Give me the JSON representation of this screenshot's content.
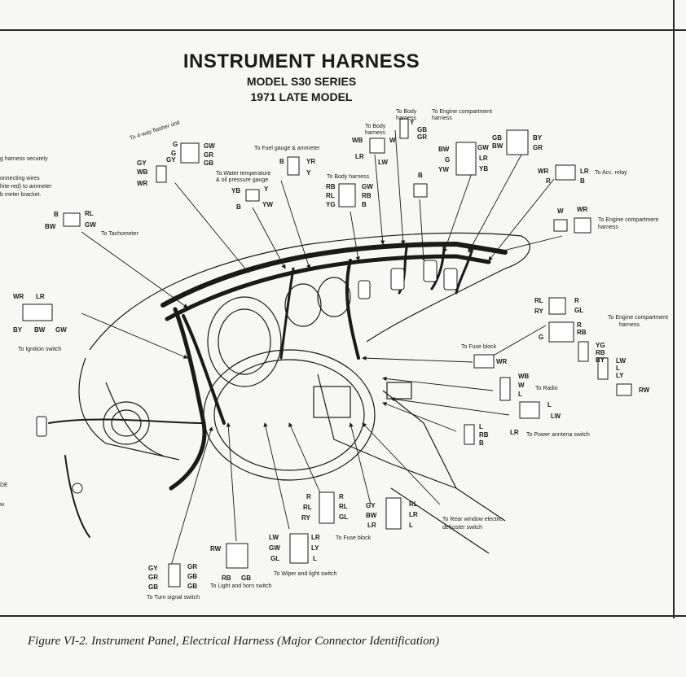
{
  "title": "INSTRUMENT HARNESS",
  "subtitle_model": "MODEL S30 SERIES",
  "subtitle_year": "1971 LATE MODEL",
  "caption": "Figure VI-2. Instrument Panel, Electrical Harness (Major Connector Identification)",
  "left_edge_text": [
    "g harness securely",
    "onnecting wires",
    "hite-red) to ammeter",
    "b meter bracket.",
    "DE",
    "w"
  ],
  "notes": {
    "flasher": "To 4-way flasher unit",
    "fuel": "To Fuel gauge & ammeter",
    "water1": "To Water temperature",
    "water2": "& oil pressure gauge",
    "body_harness": "To Body harness",
    "body_harness2a": "To Body",
    "body_harness2b": "harness",
    "body_harness3a": "To Body",
    "body_harness3b": "harness",
    "engine1a": "To Engine compartment",
    "engine1b": "harness",
    "acc_relay": "To Acc. relay",
    "engine2a": "To Engine compartment",
    "engine2b": "harness",
    "tachometer": "To Tachometer",
    "ignition": "To Ignition switch",
    "engine3a": "To Engine compartment",
    "engine3b": "harness",
    "fuse_block": "To Fuse block",
    "radio": "To Radio",
    "antenna": "To Power anntena switch",
    "rear_window1": "To Rear window electric",
    "rear_window2": "defroster switch",
    "fuse_block2": "To Fuse block",
    "wiper": "To Wiper and light switch",
    "light_horn": "To Light and horn switch",
    "turn_signal": "To Turn signal switch"
  },
  "wires": {
    "flasher": [
      "G",
      "GW",
      "G",
      "GR",
      "GY",
      "GB",
      "GY",
      "WB",
      "WR"
    ],
    "fuel": [
      "B",
      "YR",
      "Y"
    ],
    "water": [
      "YB",
      "Y",
      "B",
      "YW"
    ],
    "body1": [
      "RB",
      "GW",
      "RL",
      "RB",
      "YG",
      "B"
    ],
    "body2": [
      "Y",
      "GB",
      "GR",
      "WB",
      "W",
      "LR",
      "LW"
    ],
    "engine1": [
      "B"
    ],
    "engine1b": [
      "BW",
      "GW",
      "G",
      "LR",
      "YW",
      "YB",
      "GB",
      "BY",
      "BW",
      "GR"
    ],
    "acc": [
      "WR",
      "LR",
      "R",
      "B"
    ],
    "engine2": [
      "W",
      "WR"
    ],
    "tach": [
      "B",
      "RL",
      "BW",
      "GW"
    ],
    "ign": [
      "WR",
      "LR",
      "BY",
      "BW",
      "GW"
    ],
    "engine3": [
      "RL",
      "R",
      "RY",
      "GL",
      "R",
      "G",
      "RB",
      "YG",
      "RB",
      "BY",
      "LW",
      "L",
      "LY",
      "RW"
    ],
    "fuse": [
      "WR"
    ],
    "radio": [
      "WB",
      "W",
      "L"
    ],
    "antenna": [
      "L",
      "LW",
      "LR"
    ],
    "lrb": [
      "L",
      "RB",
      "B"
    ],
    "rear": [
      "GY",
      "RL",
      "BW",
      "LR",
      "LR",
      "L"
    ],
    "fuse2": [
      "R",
      "R",
      "RL",
      "RL",
      "RY",
      "GL"
    ],
    "wiper": [
      "LW",
      "LR",
      "GW",
      "LY",
      "GL",
      "L"
    ],
    "light": [
      "RW",
      "RB",
      "GB"
    ],
    "turn": [
      "GY",
      "GR",
      "GR",
      "GB",
      "GB",
      "GB"
    ]
  },
  "colors": {
    "ink": "#1a1a1a",
    "paper": "#f7f7f5"
  }
}
